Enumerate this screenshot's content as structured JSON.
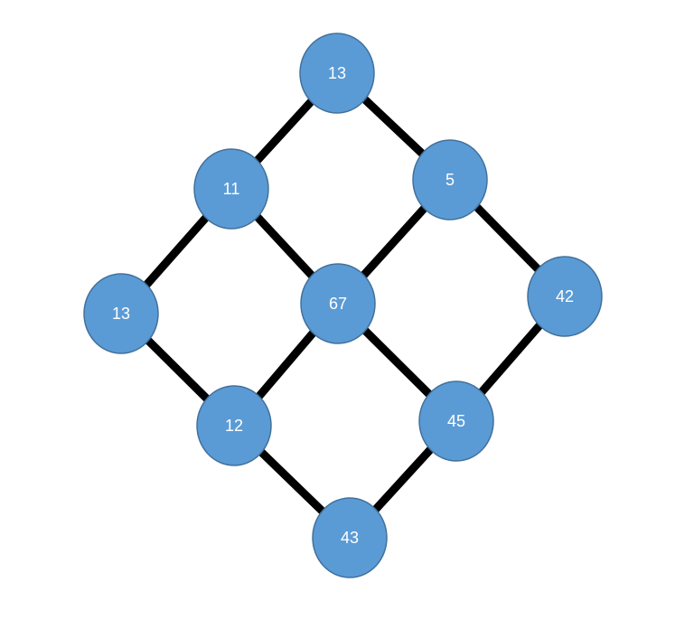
{
  "colors": {
    "node_fill": "#5b9bd5",
    "node_stroke": "#41719c",
    "edge": "#000000",
    "label": "#ffffff",
    "background": "#ffffff"
  },
  "nodes": [
    {
      "id": "n-top",
      "label": "13"
    },
    {
      "id": "n-upper-left",
      "label": "11"
    },
    {
      "id": "n-upper-right",
      "label": "5"
    },
    {
      "id": "n-left",
      "label": "13"
    },
    {
      "id": "n-center",
      "label": "67"
    },
    {
      "id": "n-right",
      "label": "42"
    },
    {
      "id": "n-lower-left",
      "label": "12"
    },
    {
      "id": "n-lower-right",
      "label": "45"
    },
    {
      "id": "n-bottom",
      "label": "43"
    }
  ],
  "edges": [
    {
      "from": "n-top",
      "to": "n-upper-left"
    },
    {
      "from": "n-top",
      "to": "n-upper-right"
    },
    {
      "from": "n-upper-left",
      "to": "n-left"
    },
    {
      "from": "n-upper-left",
      "to": "n-center"
    },
    {
      "from": "n-upper-right",
      "to": "n-center"
    },
    {
      "from": "n-upper-right",
      "to": "n-right"
    },
    {
      "from": "n-left",
      "to": "n-lower-left"
    },
    {
      "from": "n-center",
      "to": "n-lower-left"
    },
    {
      "from": "n-center",
      "to": "n-lower-right"
    },
    {
      "from": "n-right",
      "to": "n-lower-right"
    },
    {
      "from": "n-lower-left",
      "to": "n-bottom"
    },
    {
      "from": "n-lower-right",
      "to": "n-bottom"
    }
  ]
}
